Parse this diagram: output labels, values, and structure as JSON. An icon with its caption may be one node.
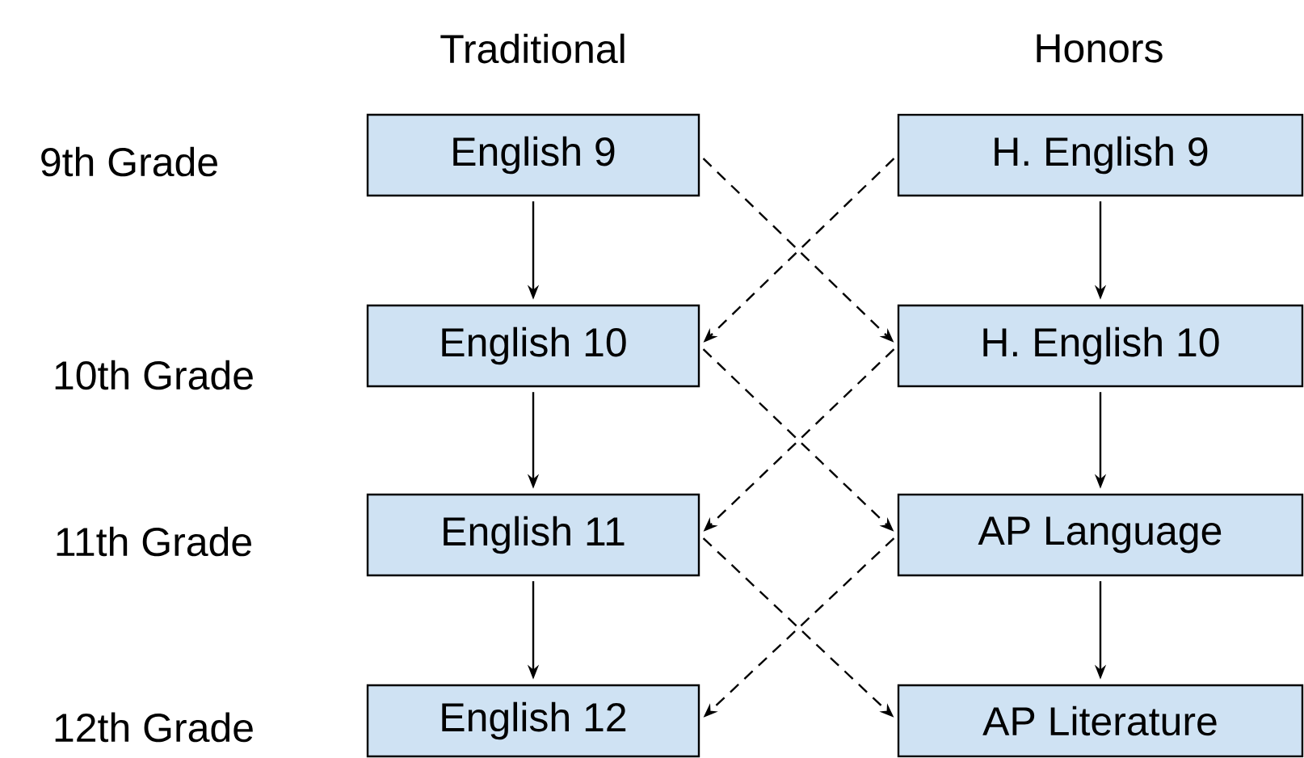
{
  "diagram": {
    "nodes": [
      {
        "text": [
          "English 9"
        ]
      },
      {
        "text": [
          "English 10"
        ]
      },
      {
        "text": [
          "English 11"
        ]
      },
      {
        "text": [
          "English 12"
        ]
      },
      {
        "text": [
          "H. English 9"
        ]
      },
      {
        "text": [
          "H. English 10"
        ]
      },
      {
        "text": [
          "AP Language"
        ]
      },
      {
        "text": [
          "AP Literature"
        ]
      }
    ],
    "edges": [
      {
        "from": 0,
        "to": 1,
        "arrow": "to"
      },
      {
        "from": 1,
        "to": 2,
        "arrow": "to"
      },
      {
        "from": 2,
        "to": 3,
        "arrow": "to"
      },
      {
        "from": 4,
        "to": 5,
        "arrow": "to"
      },
      {
        "from": 5,
        "to": 6,
        "arrow": "to"
      },
      {
        "from": 6,
        "to": 7,
        "arrow": "to"
      },
      {
        "from": 0,
        "to": 5,
        "arrow": "to",
        "style": "dashed"
      },
      {
        "from": 4,
        "to": 1,
        "arrow": "to",
        "style": "dashed"
      },
      {
        "from": 1,
        "to": 6,
        "arrow": "to",
        "style": "dashed"
      },
      {
        "from": 5,
        "to": 2,
        "arrow": "to",
        "style": "dashed"
      },
      {
        "from": 2,
        "to": 7,
        "arrow": "to",
        "style": "dashed"
      },
      {
        "from": 6,
        "to": 3,
        "arrow": "to",
        "style": "dashed"
      }
    ],
    "labels": [
      "Traditional",
      "Honors",
      "9th Grade",
      "10th Grade",
      "11th Grade",
      "12th Grade"
    ]
  }
}
